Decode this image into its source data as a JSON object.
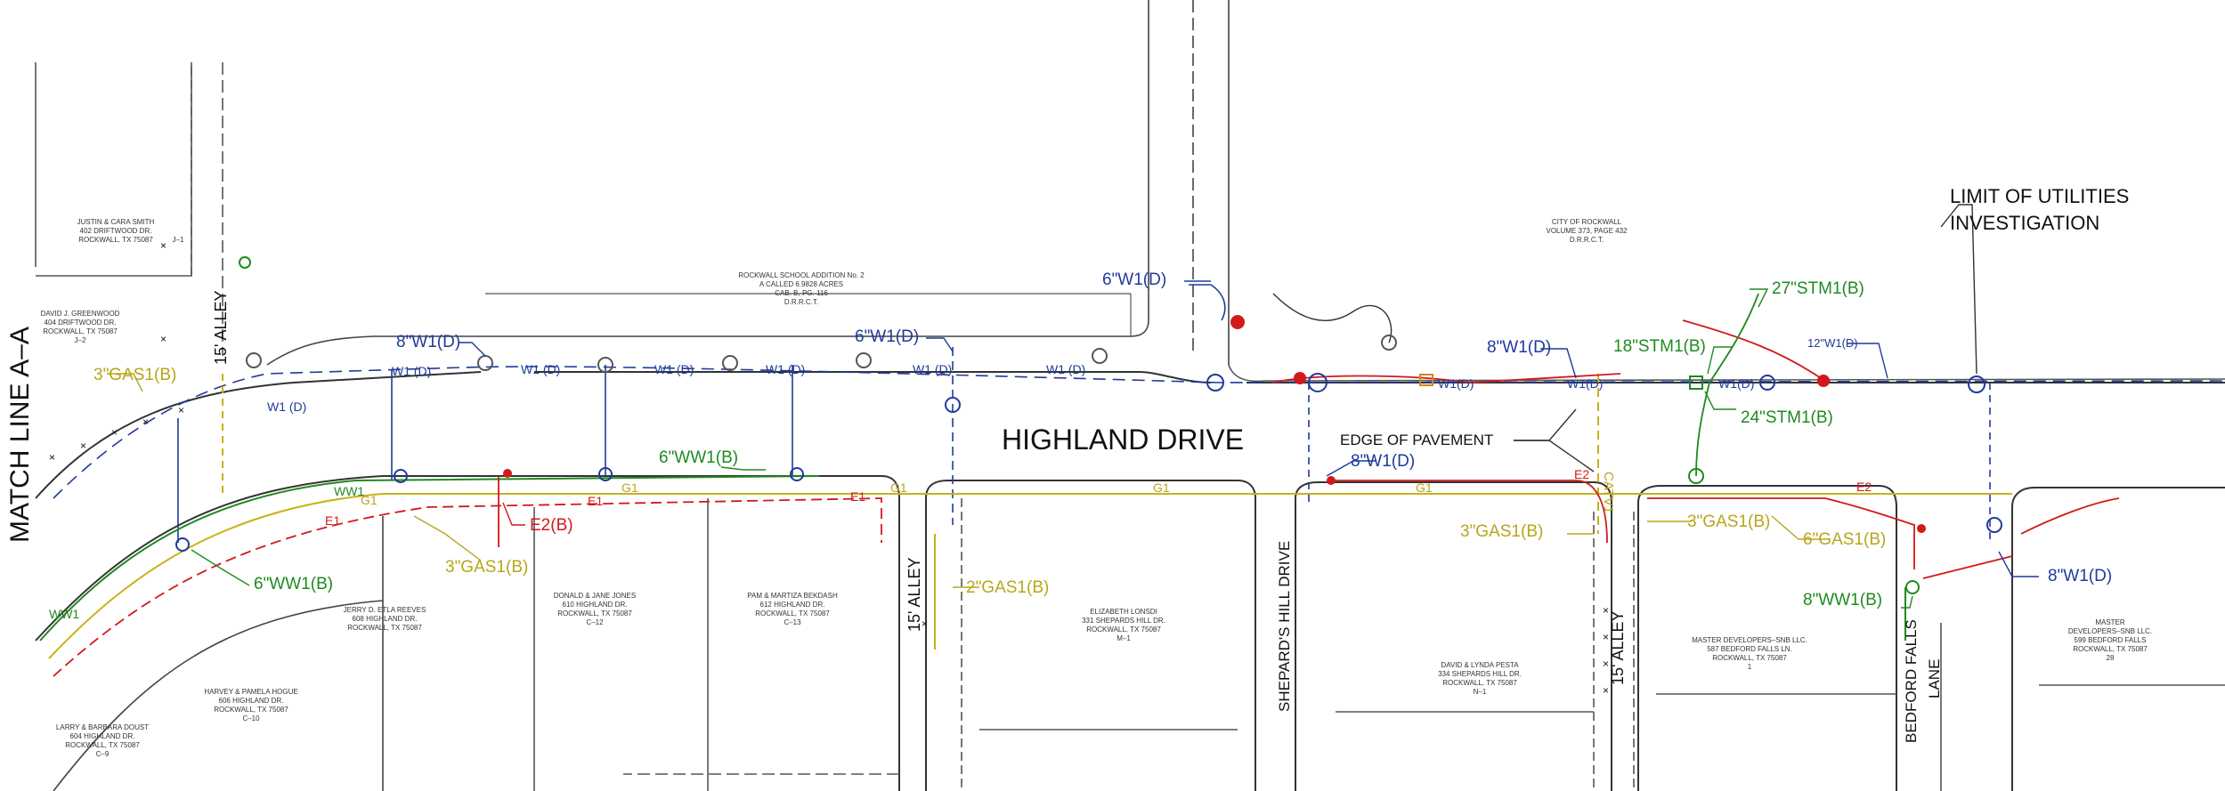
{
  "side_label": "MATCH LINE A–A",
  "title": "HIGHLAND DRIVE",
  "limit_note": [
    "LIMIT OF UTILITIES",
    "INVESTIGATION"
  ],
  "edge_of_pavement": "EDGE OF PAVEMENT",
  "streets": {
    "alley_left": "15' ALLEY",
    "alley_mid": "15' ALLEY",
    "alley_right": "15' ALLEY",
    "shepards_hill": "SHEPARD'S HILL DRIVE",
    "bedford_falls": [
      "BEDFORD FALLS",
      "LANE"
    ]
  },
  "utility_labels": {
    "w1_8_left": "8\"W1(D)",
    "w1_6_mid": "6\"W1(D)",
    "w1_6_top": "6\"W1(D)",
    "w1_8_right": "8\"W1(D)",
    "w1_12": "12\"W1(D)",
    "w1_8_pav": "8\"W1(D)",
    "w1_8_bottom": "8\"W1(D)",
    "gas_3_left": "3\"GAS1(B)",
    "gas_3_mid": "3\"GAS1(B)",
    "gas_2": "2\"GAS1(B)",
    "gas_3_shep": "3\"GAS1(B)",
    "gas_3_right": "3\"GAS1(B)",
    "gas_6": "6\"GAS1(B)",
    "ww_6_top": "6\"WW1(B)",
    "ww_6_left": "6\"WW1(B)",
    "ww_8": "8\"WW1(B)",
    "e2": "E2(B)",
    "stm_27": "27\"STM1(B)",
    "stm_18": "18\"STM1(B)",
    "stm_24": "24\"STM1(B)",
    "catv": "CATV1"
  },
  "line_tags": {
    "w1": "W1 (D)",
    "w1_short": "W1(D)",
    "ww1": "WW1",
    "g1": "G1",
    "e1": "E1",
    "e2": "E2"
  },
  "parcels": [
    [
      "JUSTIN & CARA SMITH",
      "402 DRIFTWOOD DR.",
      "ROCKWALL, TX 75087",
      "J–1"
    ],
    [
      "DAVID J. GREENWOOD",
      "404 DRIFTWOOD DR.",
      "ROCKWALL, TX 75087",
      "J–2"
    ],
    [
      "ROCKWALL SCHOOL ADDITION No. 2",
      "A CALLED 6.9828 ACRES",
      "CAB. B, PG. 116",
      "D.R.R.C.T."
    ],
    [
      "CITY OF ROCKWALL",
      "VOLUME 373, PAGE 432",
      "D.R.R.C.T."
    ],
    [
      "JERRY D. ETLA REEVES",
      "608 HIGHLAND DR.",
      "ROCKWALL, TX 75087"
    ],
    [
      "DONALD & JANE JONES",
      "610 HIGHLAND DR.",
      "ROCKWALL, TX 75087",
      "C–12"
    ],
    [
      "PAM & MARTIZA BEKDASH",
      "612 HIGHLAND DR.",
      "ROCKWALL, TX 75087",
      "C–13"
    ],
    [
      "ELIZABETH LONSDI",
      "331 SHEPARDS HILL DR.",
      "ROCKWALL, TX 75087",
      "M–1"
    ],
    [
      "HARVEY & PAMELA HOGUE",
      "606 HIGHLAND DR.",
      "ROCKWALL, TX 75087",
      "C–10"
    ],
    [
      "LARRY & BARBARA DOUST",
      "604 HIGHLAND DR.",
      "ROCKWALL, TX 75087",
      "C–9"
    ],
    [
      "DAVID & LYNDA PESTA",
      "334 SHEPARDS HILL DR.",
      "ROCKWALL, TX 75087",
      "N–1"
    ],
    [
      "MASTER DEVELOPERS–SNB LLC.",
      "587 BEDFORD FALLS LN.",
      "ROCKWALL, TX 75087",
      "1"
    ],
    [
      "MASTER",
      "DEVELOPERS–SNB LLC.",
      "599 BEDFORD FALLS",
      "ROCKWALL, TX 75087",
      "28"
    ]
  ],
  "colors": {
    "water": "#1f3a9a",
    "wastewater": "#1f8a1f",
    "gas": "#c7b21c",
    "electric": "#d11a1a",
    "storm": "#1f8a1f",
    "linework": "#555555"
  }
}
